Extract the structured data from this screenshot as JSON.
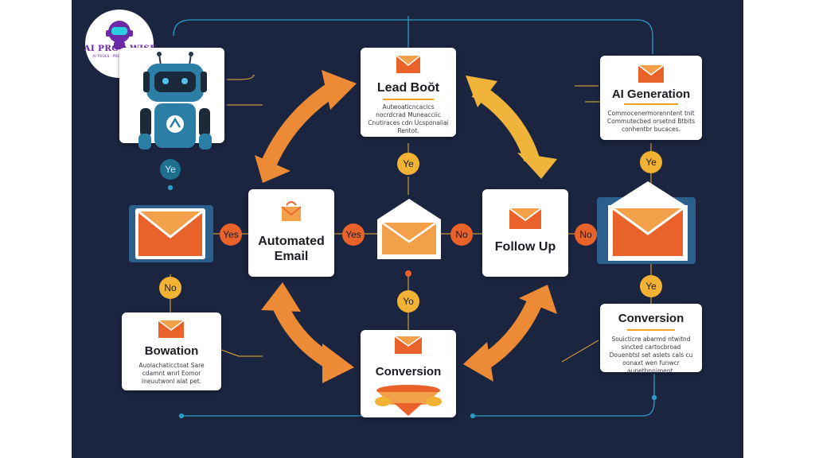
{
  "logo": {
    "title": "AI PROD WISE",
    "subtitle": "AI TOOLS . PRODUCT REVIEWS"
  },
  "cards": {
    "lead_boot": {
      "title": "Lead Boŏt",
      "text": "Autwoaticncacics nocrdcrad Muneacciic Cnutiraces cdn Ucsponaliai Rentot."
    },
    "ai_generation": {
      "title": "AI Generation",
      "text": "Commocenermorenntent tnit Commutecbed orsetnd Btbits conhentbr bucaces."
    },
    "automated_email": {
      "title": "Automated Email"
    },
    "follow_up": {
      "title": "Follow Up"
    },
    "bowation": {
      "title": "Bowation",
      "text": "Auolachaticctoat Sare cdamnt wnrl Eomor ineuutwonl aiat pet."
    },
    "conversion_center": {
      "title": "Conversion"
    },
    "conversion_right": {
      "title": "Conversion",
      "text": "Souicticre abarmd ntwitnd sincted cartocbroad Douenbtsl set aslets cals cu oonaxt wen funwcr aunethnniment."
    }
  },
  "badges": {
    "robot_ye": "Ye",
    "left_yes": "Yes",
    "left_no": "No",
    "mid_yes": "Yes",
    "mid_no": "No",
    "right_no": "No",
    "top_ye": "Ye",
    "center_ye": "Yo",
    "right_top_ye": "Ye",
    "right_bottom_ye": "Ye"
  },
  "colors": {
    "background": "#1b2540",
    "card": "#ffffff",
    "orange": "#e8622a",
    "amber": "#f2b233",
    "arrow_orange": "#ec8a35",
    "line_blue": "#2a9bc4"
  }
}
